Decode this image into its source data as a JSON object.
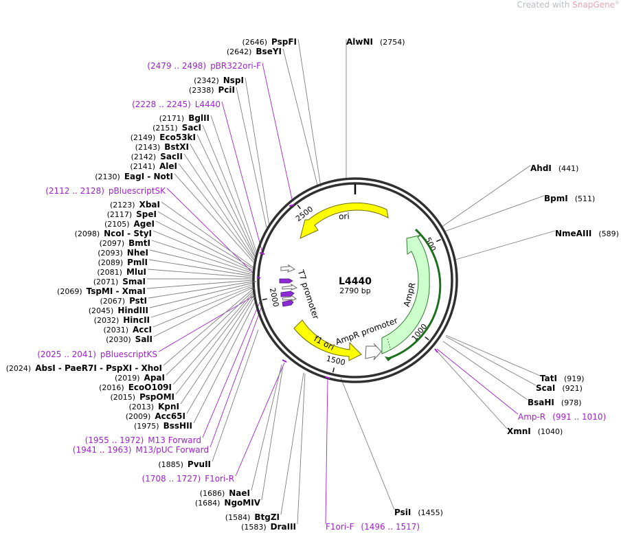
{
  "watermark": {
    "prefix": "Created with ",
    "brand": "SnapGene",
    "reg": "®"
  },
  "plasmid": {
    "name": "L4440",
    "size_label": "2790 bp"
  },
  "ticks": [
    "500",
    "1000",
    "1500",
    "2000",
    "2500"
  ],
  "features": [
    {
      "label": "ori",
      "color": "#ffff00"
    },
    {
      "label": "AmpR",
      "color": "#ccffcc"
    },
    {
      "label": "AmpR promoter",
      "color": "#ffffff"
    },
    {
      "label": "f1 ori",
      "color": "#ffff00"
    },
    {
      "label": "T7 promoter",
      "color": "#ffffff"
    }
  ],
  "sites": [
    {
      "name": "PspFI",
      "pos": "(2646)"
    },
    {
      "name": "BseYI",
      "pos": "(2642)"
    },
    {
      "name": "AlwNI",
      "pos": "(2754)"
    },
    {
      "name": "pBR322ori-F",
      "pos": "(2479 .. 2498)",
      "primer": true
    },
    {
      "name": "NspI",
      "pos": "(2342)"
    },
    {
      "name": "PciI",
      "pos": "(2338)"
    },
    {
      "name": "L4440",
      "pos": "(2228 .. 2245)",
      "primer": true
    },
    {
      "name": "BglII",
      "pos": "(2171)"
    },
    {
      "name": "SacI",
      "pos": "(2151)"
    },
    {
      "name": "Eco53kI",
      "pos": "(2149)"
    },
    {
      "name": "BstXI",
      "pos": "(2143)"
    },
    {
      "name": "SacII",
      "pos": "(2142)"
    },
    {
      "name": "AleI",
      "pos": "(2141)"
    },
    {
      "name": "EagI  -  NotI",
      "pos": "(2130)"
    },
    {
      "name": "pBluescriptSK",
      "pos": "(2112 .. 2128)",
      "primer": true
    },
    {
      "name": "XbaI",
      "pos": "(2123)"
    },
    {
      "name": "SpeI",
      "pos": "(2117)"
    },
    {
      "name": "AgeI",
      "pos": "(2105)"
    },
    {
      "name": "NcoI  -  StyI",
      "pos": "(2098)"
    },
    {
      "name": "BmtI",
      "pos": "(2097)"
    },
    {
      "name": "NheI",
      "pos": "(2093)"
    },
    {
      "name": "PmlI",
      "pos": "(2089)"
    },
    {
      "name": "MluI",
      "pos": "(2081)"
    },
    {
      "name": "SmaI",
      "pos": "(2071)"
    },
    {
      "name": "TspMI  -  XmaI",
      "pos": "(2069)"
    },
    {
      "name": "PstI",
      "pos": "(2067)"
    },
    {
      "name": "HindIII",
      "pos": "(2045)"
    },
    {
      "name": "HincII",
      "pos": "(2032)"
    },
    {
      "name": "AccI",
      "pos": "(2031)"
    },
    {
      "name": "SalI",
      "pos": "(2030)"
    },
    {
      "name": "pBluescriptKS",
      "pos": "(2025 .. 2041)",
      "primer": true
    },
    {
      "name": "AbsI  -  PaeR7I  -  PspXI  -  XhoI",
      "pos": "(2024)"
    },
    {
      "name": "ApaI",
      "pos": "(2019)"
    },
    {
      "name": "EcoO109I",
      "pos": "(2016)"
    },
    {
      "name": "PspOMI",
      "pos": "(2015)"
    },
    {
      "name": "KpnI",
      "pos": "(2013)"
    },
    {
      "name": "Acc65I",
      "pos": "(2009)"
    },
    {
      "name": "BssHII",
      "pos": "(1975)"
    },
    {
      "name": "M13 Forward",
      "pos": "(1955 .. 1972)",
      "primer": true
    },
    {
      "name": "M13/pUC Forward",
      "pos": "(1941 .. 1963)",
      "primer": true
    },
    {
      "name": "PvuII",
      "pos": "(1885)"
    },
    {
      "name": "F1ori-R",
      "pos": "(1708 .. 1727)",
      "primer": true
    },
    {
      "name": "NaeI",
      "pos": "(1686)"
    },
    {
      "name": "NgoMIV",
      "pos": "(1684)"
    },
    {
      "name": "BtgZI",
      "pos": "(1584)"
    },
    {
      "name": "DraIII",
      "pos": "(1583)"
    },
    {
      "name": "F1ori-F",
      "pos": "(1496 .. 1517)",
      "primer": true
    },
    {
      "name": "PsiI",
      "pos": "(1455)"
    },
    {
      "name": "AhdI",
      "pos": "(441)"
    },
    {
      "name": "BpmI",
      "pos": "(511)"
    },
    {
      "name": "NmeAIII",
      "pos": "(589)"
    },
    {
      "name": "TatI",
      "pos": "(919)"
    },
    {
      "name": "ScaI",
      "pos": "(921)"
    },
    {
      "name": "BsaHI",
      "pos": "(978)"
    },
    {
      "name": "Amp-R",
      "pos": "(991 .. 1010)",
      "primer": true
    },
    {
      "name": "XmnI",
      "pos": "(1040)"
    }
  ]
}
